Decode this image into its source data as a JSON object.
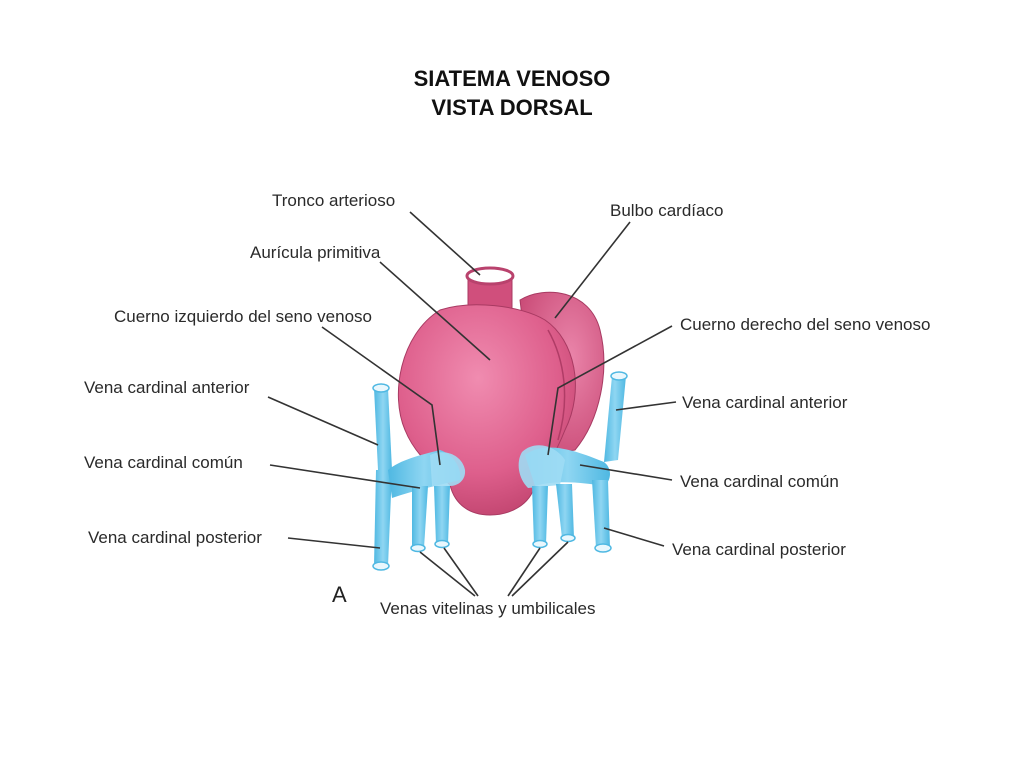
{
  "title": {
    "line1": "SIATEMA VENOSO",
    "line2": "VISTA DORSAL"
  },
  "panel_letter": "A",
  "labels": {
    "tronco_arterioso": "Tronco arterioso",
    "bulbo_cardiaco": "Bulbo cardíaco",
    "auricula_primitiva": "Aurícula primitiva",
    "cuerno_izquierdo": "Cuerno izquierdo del seno venoso",
    "cuerno_derecho": "Cuerno derecho del seno venoso",
    "vena_cardinal_anterior_izq": "Vena cardinal anterior",
    "vena_cardinal_anterior_der": "Vena cardinal anterior",
    "vena_cardinal_comun_izq": "Vena cardinal común",
    "vena_cardinal_comun_der": "Vena cardinal común",
    "vena_cardinal_posterior_izq": "Vena cardinal posterior",
    "vena_cardinal_posterior_der": "Vena cardinal posterior",
    "venas_vitelinas": "Venas vitelinas y umbilicales"
  },
  "colors": {
    "heart": "#e0628e",
    "heart_dark": "#c2456f",
    "vein": "#6ec9ea",
    "vein_light": "#a9e0f4"
  }
}
